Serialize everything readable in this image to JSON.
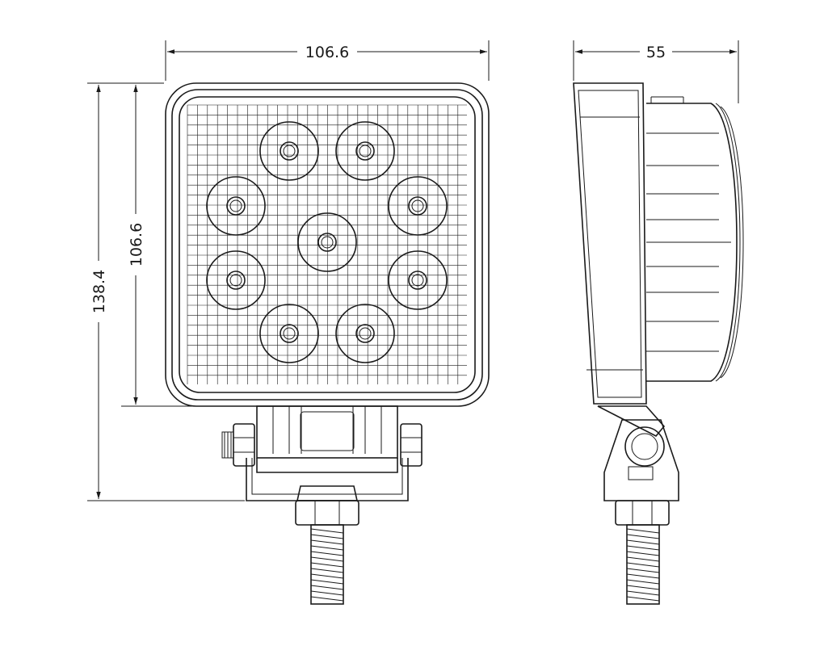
{
  "dimensions": {
    "front_width": "106.6",
    "front_height": "106.6",
    "overall_height": "138.4",
    "side_depth": "55"
  }
}
